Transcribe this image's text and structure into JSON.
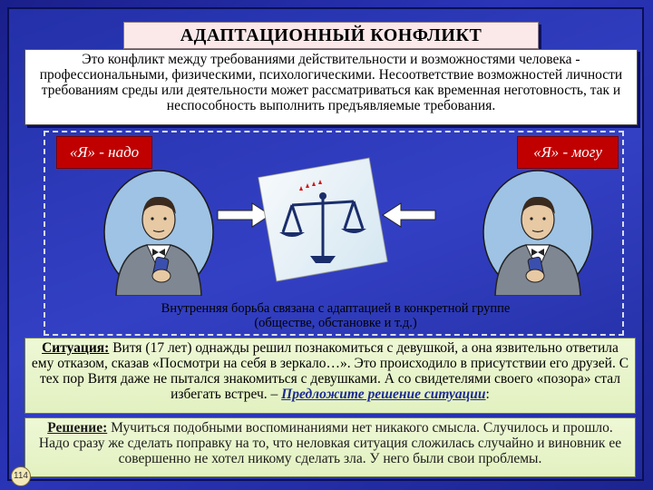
{
  "title": "АДАПТАЦИОННЫЙ КОНФЛИКТ",
  "definition": "Это конфликт между требованиями действительности и возможностями человека - профессиональными, физическими, психологическими. Несоответствие возможностей личности требованиям среды или деятельности может рассматриваться как временная неготовность, так и неспособность выполнить предъявляемые требования.",
  "bubbles": {
    "left": "«Я» - надо",
    "right": "«Я» - могу"
  },
  "caption": "Внутренняя борьба связана с адаптацией в конкретной группе (обществе, обстановке и т.д.)",
  "situation": {
    "label": "Ситуация:",
    "text": " Витя (17 лет) однажды решил познакомиться с девушкой, а она язвительно ответила ему отказом, сказав «Посмотри на себя в зеркало…». Это происходило в присутствии его друзей. С тех пор Витя даже не пытался знакомиться с девушками. А со свидетелями своего «позора» стал избегать встреч. – ",
    "task": "Предложите решение ситуации",
    "end": ":"
  },
  "solution": {
    "label": "Решение:",
    "text": " Мучиться подобными воспоминаниями нет никакого смысла. Случилось и прошло. Надо сразу же сделать поправку на то, что неловкая ситуация сложилась случайно и виновник ее совершенно не хотел никому сделать зла. У него были свои проблемы."
  },
  "page_number": "114",
  "colors": {
    "background": "#2a35b8",
    "bubble": "#c00000",
    "green_panel": "#e2f1c0"
  }
}
